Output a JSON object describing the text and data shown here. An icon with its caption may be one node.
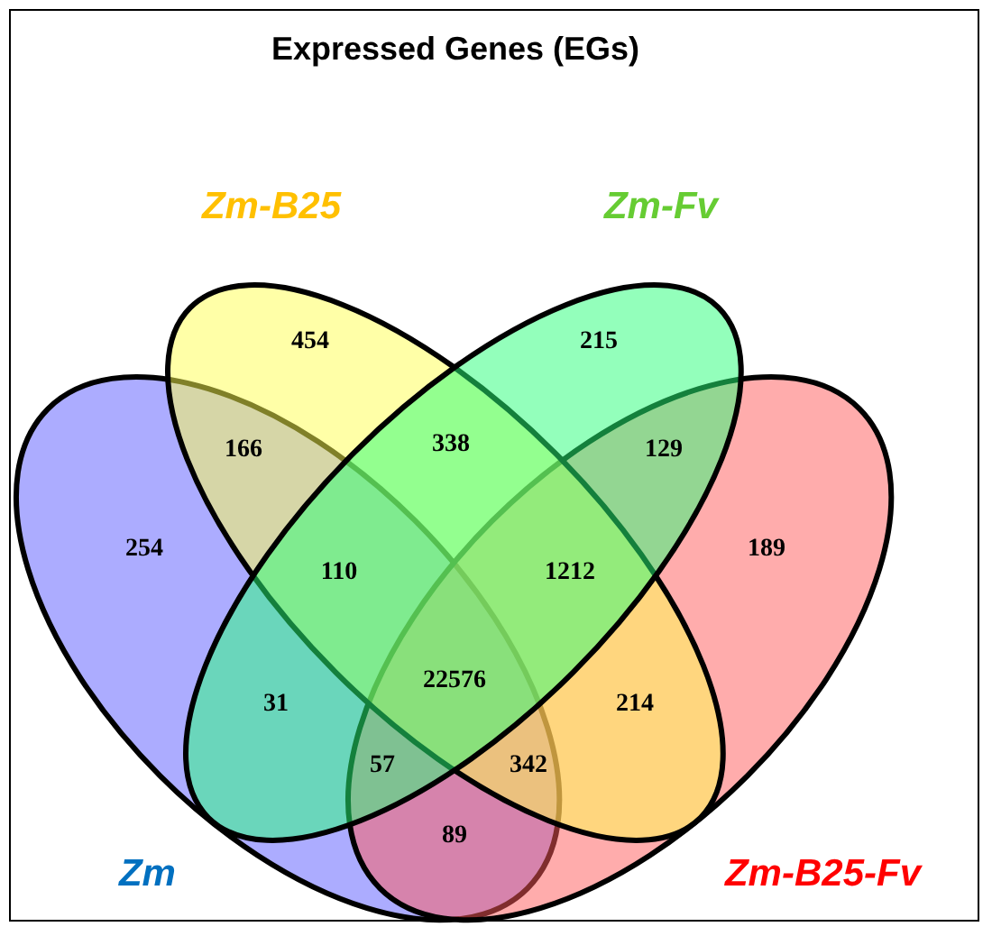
{
  "diagram": {
    "title": "Expressed Genes (EGs)",
    "nodes": [
      {
        "text": [
          "Zm-B25"
        ]
      },
      {
        "text": [
          "Zm-Fv"
        ]
      },
      {
        "text": [
          "Zm"
        ]
      },
      {
        "text": [
          "Zm-B25-Fv"
        ]
      }
    ],
    "labels": [
      "454",
      "215",
      "166",
      "338",
      "129",
      "254",
      "110",
      "1212",
      "189",
      "31",
      "22576",
      "214",
      "57",
      "342",
      "89"
    ]
  }
}
